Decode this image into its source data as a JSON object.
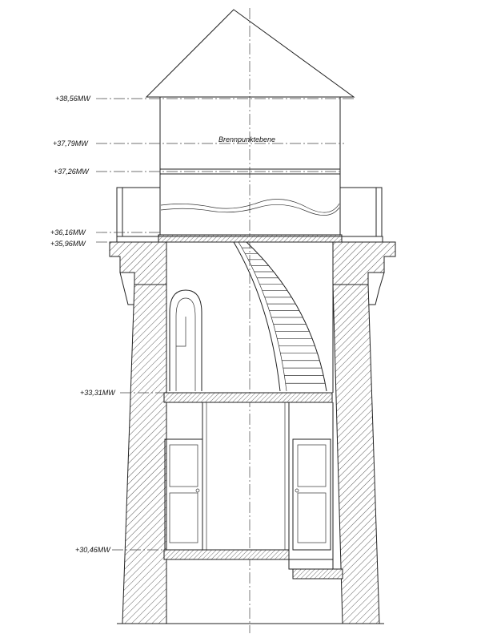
{
  "focal_plane_label": "Brennpunktebene",
  "elevations": [
    {
      "label": "+38,56MW"
    },
    {
      "label": "+37,79MW"
    },
    {
      "label": "+37,26MW"
    },
    {
      "label": "+36,16MW"
    },
    {
      "label": "+35,96MW"
    },
    {
      "label": "+33,31MW"
    },
    {
      "label": "+30,46MW"
    }
  ],
  "colors": {
    "ink": "#222222",
    "paper": "#ffffff"
  }
}
